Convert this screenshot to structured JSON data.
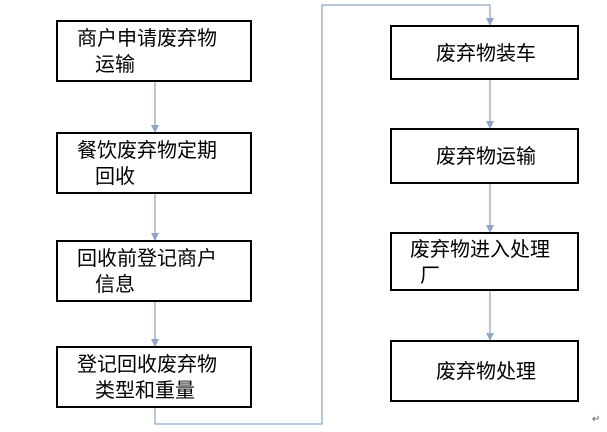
{
  "diagram": {
    "left_steps": [
      {
        "line1": "商户申请废弃物",
        "line2": "运输"
      },
      {
        "line1": "餐饮废弃物定期",
        "line2": "回收"
      },
      {
        "line1": "回收前登记商户",
        "line2": "信息"
      },
      {
        "line1": "登记回收废弃物",
        "line2": "类型和重量"
      }
    ],
    "right_steps": [
      {
        "line1": "废弃物装车"
      },
      {
        "line1": "废弃物运输"
      },
      {
        "line1": "废弃物进入处理",
        "line2": "厂"
      },
      {
        "line1": "废弃物处理"
      }
    ],
    "paragraph_mark": "↵",
    "connector_color": "#8ea7c8",
    "box_border_color": "#000000"
  }
}
